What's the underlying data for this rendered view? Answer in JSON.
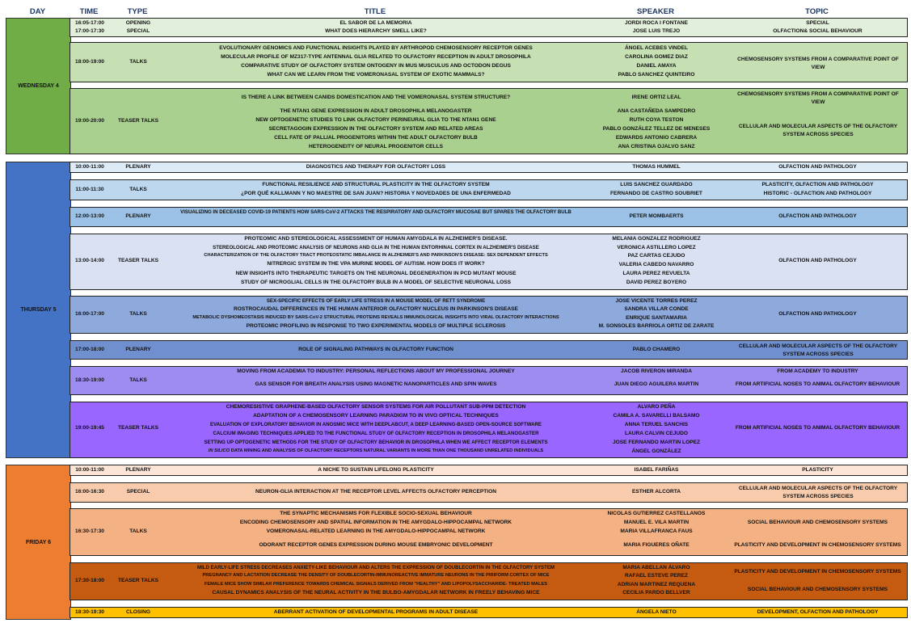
{
  "headers": {
    "day": "DAY",
    "time": "TIME",
    "type": "TYPE",
    "title": "TITLE",
    "speaker": "SPEAKER",
    "topic": "TOPIC"
  },
  "days": [
    {
      "label": "WEDNESDAY 4",
      "color": "#70ad47"
    },
    {
      "label": "THURSDAY 5",
      "color": "#4472c4"
    },
    {
      "label": "FRIDAY 6",
      "color": "#ed7d31"
    }
  ],
  "w1": {
    "time1": "16:05-17:00",
    "type1": "OPENING",
    "title1": "EL SABOR DE LA MEMORIA",
    "speaker1": "JORDI ROCA I FONTANE",
    "topic1": "SPECIAL",
    "time2": "17:00-17:30",
    "type2": "SPECIAL",
    "title2": "WHAT DOES HIERARCHY SMELL LIKE?",
    "speaker2": "JOSE LUIS TREJO",
    "topic2": "OLFACTION& SOCIAL BEHAVIOUR"
  },
  "w2": {
    "time": "18:00-19:00",
    "type": "TALKS",
    "titles": [
      "EVOLUTIONARY GENOMICS AND FUNCTIONAL INSIGHTS PLAYED BY ARTHROPOD CHEMOSENSORY RECEPTOR GENES",
      "MOLECULAR PROFILE OF MZ317-TYPE ANTENNAL GLIA RELATED TO OLFACTORY RECEPTION IN ADULT DROSOPHILA",
      "COMPARATIVE STUDY OF OLFACTORY SYSTEM ONTOGENY IN MUS MUSCULUS AND OCTODON DEGUS",
      "WHAT CAN WE LEARN FROM THE VOMERONASAL SYSTEM OF EXOTIC MAMMALS?"
    ],
    "speakers": [
      "ÁNGEL ACEBES VINDEL",
      "CAROLINA GOMEZ DIAZ",
      "DANIEL AMAYA",
      "PABLO SANCHEZ QUINTEIRO"
    ],
    "topic": "CHEMOSENSORY SYSTEMS FROM A COMPARATIVE POINT OF VIEW"
  },
  "w3": {
    "time": "19:00-20:00",
    "type": "TEASER TALKS",
    "titles": [
      "IS THERE A LINK BETWEEN CANIDS DOMESTICATION AND THE VOMERONASAL SYSTEM STRUCTURE?",
      "THE NTAN1 GENE EXPRESSION IN ADULT DROSOPHILA MELANOGASTER",
      "NEW OPTOGENETIC STUDIES TO LINK OLFACTORY PERINEURAL GLIA TO THE NTAN1 GENE",
      "SECRETAGOGIN EXPRESSION IN THE OLFACTORY SYSTEM AND RELATED AREAS",
      "CELL FATE OF PALLIAL PROGENITORS WITHIN THE ADULT OLFACTORY BULB",
      "HETEROGENEITY OF NEURAL PROGENITOR CELLS"
    ],
    "speakers": [
      "IRENE ORTIZ LEAL",
      "ANA CASTAÑEDA SAMPEDRO",
      "RUTH COYA TESTON",
      "PABLO GONZÁLEZ TELLEZ DE MENESES",
      "EDWARDS ANTONIO CABRERA",
      "ANA CRISTINA OJALVO SANZ"
    ],
    "topic1": "CHEMOSENSORY SYSTEMS FROM A COMPARATIVE POINT OF VIEW",
    "topic2": "CELLULAR AND MOLECULAR ASPECTS OF THE OLFACTORY SYSTEM ACROSS SPECIES"
  },
  "t1": {
    "time": "10:00-11:00",
    "type": "PLENARY",
    "title": "DIAGNOSTICS AND THERAPY FOR OLFACTORY LOSS",
    "speaker": "THOMAS HUMMEL",
    "topic": "OLFACTION AND PATHOLOGY"
  },
  "t2": {
    "time": "11:00-11:30",
    "type": "TALKS",
    "titles": [
      "FUNCTIONAL RESILIENCE AND STRUCTURAL PLASTICITY IN THE OLFACTORY SYSTEM",
      "¿POR QUÉ KALLMANN Y NO MAESTRE DE SAN JUAN? HISTORIA Y NOVEDADES DE UNA ENFERMEDAD"
    ],
    "speakers": [
      "LUIS SANCHEZ GUARDADO",
      "FERNANDO DE CASTRO SOUBRIET"
    ],
    "topics": [
      "PLASTICITY, OLFACTION AND PATHOLOGY",
      "HISTORIC - OLFACTION AND PATHOLOGY"
    ]
  },
  "t3": {
    "time": "12:00-13:00",
    "type": "PLENARY",
    "title": "VISUALIZING IN DECEASED COVID-19 PATIENTS HOW SARS-CoV-2 ATTACKS THE RESPIRATORY AND OLFACTORY MUCOSAE BUT SPARES THE OLFACTORY BULB",
    "speaker": "PETER MOMBAERTS",
    "topic": "OLFACTION AND PATHOLOGY"
  },
  "t4": {
    "time": "13:00-14:00",
    "type": "TEASER TALKS",
    "titles": [
      "PROTEOMIC AND STEREOLOGICAL ASSESSMENT OF HUMAN AMYGDALA IN ALZHEIMER'S DISEASE.",
      "STEREOLOGICAL AND PROTEOMIC ANALYSIS OF NEURONS AND GLIA IN THE HUMAN ENTORHINAL CORTEX IN ALZHEIMER'S DISEASE",
      "CHARACTERIZATION OF THE OLFACTORY TRACT PROTEOSTATIC IMBALANCE IN ALZHEIMER'S AND PARKINSON'S DISEASE: SEX DEPENDENT EFFECTS",
      "NITRERGIC SYSTEM IN THE VPA MURINE MODEL OF AUTISM. HOW DOES IT WORK?",
      "NEW INSIGHTS INTO THERAPEUTIC TARGETS ON THE NEURONAL DEGENERATION IN PCD MUTANT MOUSE",
      "STUDY OF MICROGLIAL CELLS IN THE OLFACTORY BULB IN A MODEL OF SELECTIVE NEURONAL LOSS"
    ],
    "speakers": [
      "MELANIA GONZALEZ RODRIGUEZ",
      "VERONICA ASTILLERO LOPEZ",
      "PAZ CARTAS CEJUDO",
      "VALERIA CABEDO NAVARRO",
      "LAURA PEREZ REVUELTA",
      "DAVID PEREZ BOYERO"
    ],
    "topic": "OLFACTION AND PATHOLOGY"
  },
  "t5": {
    "time": "16:00-17:00",
    "type": "TALKS",
    "titles": [
      "SEX-SPECIFIC EFFECTS OF EARLY LIFE STRESS IN A MOUSE MODEL OF RETT SYNDROME",
      "ROSTROCAUDAL DIFFERENCES IN THE HUMAN ANTERIOR OLFACTORY NUCLEUS IN PARKINSON'S DISEASE",
      "METABOLIC DYSHOMEOSTASIS INDUCED BY SARS-CoV-2 STRUCTURAL PROTEINS REVEALS IMMUNOLOGICAL INSIGHTS INTO VIRAL OLFACTORY INTERACTIONS",
      "PROTEOMIC PROFILING IN RESPONSE TO TWO EXPERIMENTAL MODELS OF MULTIPLE SCLEROSIS"
    ],
    "speakers": [
      "JOSE VICENTE TORRES PEREZ",
      "SANDRA VILLAR CONDE",
      "ENRIQUE SANTAMARIA",
      "M. SONSOLES BARRIOLA ORTIZ DE ZARATE"
    ],
    "topic": "OLFACTION AND PATHOLOGY"
  },
  "t6": {
    "time": "17:00-18:00",
    "type": "PLENARY",
    "title": "ROLE OF SIGNALING PATHWAYS IN OLFACTORY FUNCTION",
    "speaker": "PABLO CHAMERO",
    "topic": "CELLULAR AND MOLECULAR ASPECTS OF THE OLFACTORY SYSTEM ACROSS SPECIES"
  },
  "t7": {
    "time": "18:30-19:00",
    "type": "TALKS",
    "titles": [
      "MOVING FROM ACADEMIA TO INDUSTRY: PERSONAL REFLECTIONS ABOUT MY PROFESSIONAL JOURNEY",
      "GAS SENSOR FOR BREATH ANALYSIS USING MAGNETIC NANOPARTICLES AND SPIN WAVES"
    ],
    "speakers": [
      "JACOB RIVERON MIRANDA",
      "JUAN DIEGO AGUILERA MARTIN"
    ],
    "topics": [
      "FROM ACADEMY TO INDUSTRY",
      "FROM ARTIFICIAL NOSES TO ANIMAL OLFACTORY BEHAVIOUR"
    ]
  },
  "t8": {
    "time": "19:00-19:45",
    "type": "TEASER TALKS",
    "titles": [
      "CHEMORESISTIVE GRAPHENE-BASED OLFACTORY SENSOR SYSTEMS FOR AIR POLLUTANT SUB-PPM DETECTION",
      "ADAPTATION OF A CHEMOSENSORY LEARNING PARADIGM TO IN VIVO OPTICAL TECHNIQUES",
      "EVALUATION OF EXPLORATORY BEHAVIOR IN ANOSMIC MICE WITH DEEPLABCUT, A DEEP LEARNING-BASED OPEN-SOURCE SOFTWARE",
      "CALCIUM IMAGING TECHNIQUES APPLIED TO THE FUNCTIONAL STUDY OF OLFACTORY RECEPTION IN DROSOPHILA MELANOGASTER",
      "SETTING UP OPTOGENETIC METHODS FOR THE STUDY OF OLFACTORY BEHAVIOR IN DROSOPHILA WHEN WE AFFECT RECEPTOR ELEMENTS"
    ],
    "last_title_italic": "IN SILICO",
    "last_title_rest": " DATA MINING AND ANALYSIS OF OLFACTORY RECEPTORS NATURAL VARIANTS IN MORE THAN ONE THOUSAND UNRELATED INDIVIDUALS",
    "speakers": [
      "ALVARO PEÑA",
      "CAMILA A. SAVARELLI BALSAMO",
      "ANNA TERUEL SANCHIS",
      "LAURA CALVIN CEJUDO",
      "JOSE FERNANDO MARTIN LOPEZ",
      "ÁNGEL GONZÁLEZ"
    ],
    "topic": "FROM ARTIFICIAL NOSES TO ANIMAL OLFACTORY BEHAVIOUR"
  },
  "f1": {
    "time": "10:00-11:00",
    "type": "PLENARY",
    "title": "A NICHE TO SUSTAIN LIFELONG PLASTICITY",
    "speaker": "ISABEL FARIÑAS",
    "topic": "PLASTICITY"
  },
  "f2": {
    "time": "16:00-16:30",
    "type": "SPECIAL",
    "title": "NEURON-GLIA INTERACTION AT THE RECEPTOR LEVEL AFFECTS OLFACTORY PERCEPTION",
    "speaker": "ESTHER ALCORTA",
    "topic": "CELLULAR AND MOLECULAR ASPECTS OF THE OLFACTORY SYSTEM ACROSS SPECIES"
  },
  "f3": {
    "time": "16:30-17:30",
    "type": "TALKS",
    "titles": [
      "THE SYNAPTIC MECHANISMS FOR FLEXIBLE SOCIO-SEXUAL BEHAVIOUR",
      "ENCODING CHEMOSENSORY AND SPATIAL INFORMATION IN THE AMYGDALO-HIPPOCAMPAL NETWORK",
      "VOMERONASAL-RELATED LEARNING IN THE AMYGDALO-HIPPOCAMPAL NETWORK",
      "ODORANT RECEPTOR GENES EXPRESSION DURING MOUSE EMBRYONIC DEVELOPMENT"
    ],
    "speakers": [
      "NICOLAS GUTIERREZ CASTELLANOS",
      "MANUEL E. VILA MARTIN",
      "MARIA VILLAFRANCA FAUS",
      "MARIA FIGUERES OÑATE"
    ],
    "topic1": "SOCIAL BEHAVIOUR AND CHEMOSENSORY SYSTEMS",
    "topic2": "PLASTICITY AND DEVELOPMENT IN CHEMOSENSORY SYSTEMS"
  },
  "f4": {
    "time": "17:30-18:00",
    "type": "TEASER TALKS",
    "titles": [
      "MILD EARLY-LIFE STRESS DECREASES ANXIETY-LIKE BEHAVIOUR AND ALTERS THE EXPRESSION OF DOUBLECORTIN IN THE OLFACTORY SYSTEM",
      "PREGNANCY AND LACTATION DECREASE THE DENSITY OF DOUBLECORTIN-IMMUNOREACTIVE IMMATURE NEURONS IN THE PIRIFORM CORTEX OF MICE",
      "FEMALE MICE SHOW SIMILAR PREFERENCE TOWARDS CHEMICAL SIGNALS DERIVED FROM \"HEALTHY\" AND LIPOPOLYSACCHARIDE- TREATED MALES",
      "CAUSAL DYNAMICS ANALYSIS OF THE NEURAL ACTIVITY IN THE BULBO-AMYGDALAR NETWORK IN FREELY BEHAVING MICE"
    ],
    "speakers": [
      "MARIA ABELLAN ÁLVARO",
      "RAFAEL ESTEVE PEREZ",
      "ADRIAN MARTINEZ REQUENA",
      "CECILIA PARDO BELLVER"
    ],
    "topic1": "PLASTICITY AND DEVELOPMENT IN CHEMOSENSORY SYSTEMS",
    "topic2": "SOCIAL BEHAVIOUR AND CHEMOSENSORY SYSTEMS"
  },
  "f5": {
    "time": "18:30-19:30",
    "type": "CLOSING",
    "title": "ABERRANT ACTIVATION OF DEVELOPMENTAL PROGRAMS IN ADULT DISEASE",
    "speaker": "ÁNGELA NIETO",
    "topic": "DEVELOPMENT, OLFACTION AND PATHOLOGY"
  }
}
